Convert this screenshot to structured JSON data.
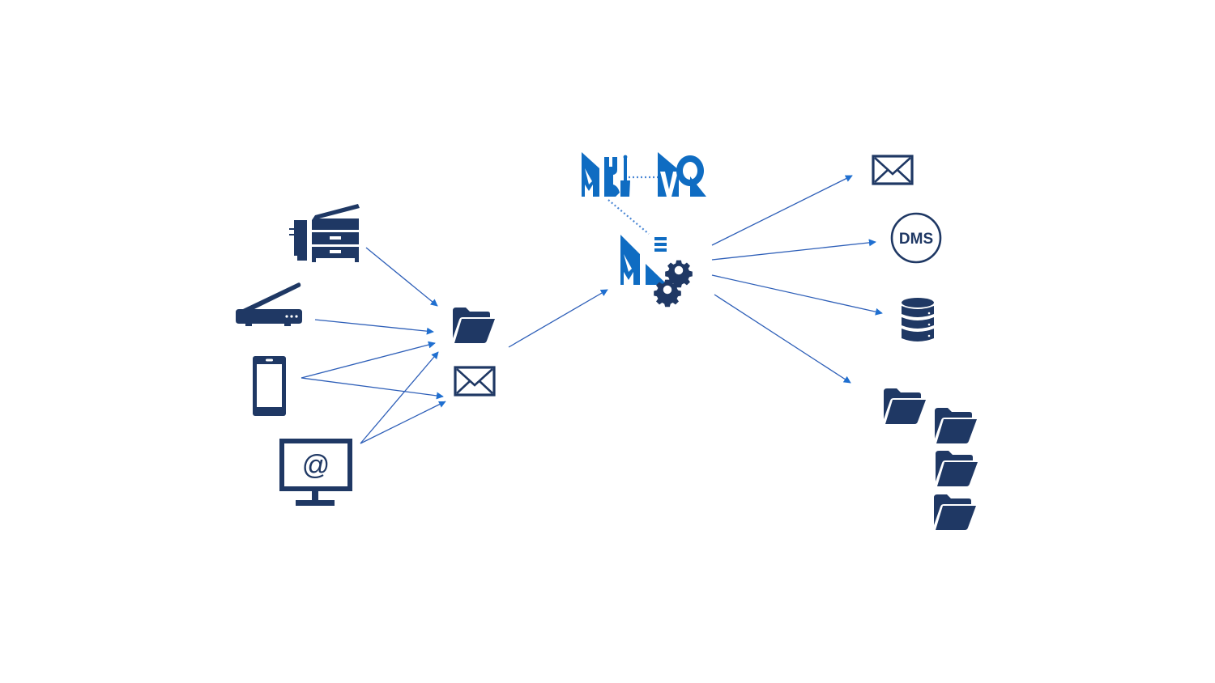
{
  "diagram": {
    "title": "",
    "colors": {
      "icon": "#1f3864",
      "logo": "#0f6cc2",
      "arrow": "#2e5fb8",
      "arrowhead": "#1f6fd0",
      "dotted_link": "#4a86d4"
    },
    "sources": [
      {
        "id": "multifunction-printer",
        "icon": "multifunction-printer-icon"
      },
      {
        "id": "flatbed-scanner",
        "icon": "scanner-icon"
      },
      {
        "id": "smartphone",
        "icon": "smartphone-icon"
      },
      {
        "id": "computer-email",
        "icon": "monitor-at-icon",
        "label": "@"
      }
    ],
    "inputs": [
      {
        "id": "input-folder",
        "icon": "folder-open-icon"
      },
      {
        "id": "input-email",
        "icon": "envelope-icon"
      }
    ],
    "processing": {
      "admin_logo": {
        "id": "admin-tool",
        "icon": "m-wrench-logo-icon"
      },
      "viewer_logo": {
        "id": "viewer",
        "icon": "vq-logo-icon"
      },
      "engine": {
        "id": "processing-engine",
        "icon": "m-gears-logo-icon"
      }
    },
    "outputs": [
      {
        "id": "output-email",
        "icon": "envelope-icon"
      },
      {
        "id": "output-dms",
        "icon": "dms-circle-icon",
        "label": "DMS"
      },
      {
        "id": "output-database",
        "icon": "database-icon"
      },
      {
        "id": "output-folders",
        "icon": "folder-tree-icon",
        "count": 4
      }
    ],
    "connections": [
      {
        "from": "multifunction-printer",
        "to": "input-folder"
      },
      {
        "from": "flatbed-scanner",
        "to": "input-folder"
      },
      {
        "from": "smartphone",
        "to": "input-folder"
      },
      {
        "from": "smartphone",
        "to": "input-email"
      },
      {
        "from": "computer-email",
        "to": "input-folder"
      },
      {
        "from": "computer-email",
        "to": "input-email"
      },
      {
        "from": "inputs",
        "to": "processing-engine"
      },
      {
        "from": "processing-engine",
        "to": "output-email"
      },
      {
        "from": "processing-engine",
        "to": "output-dms"
      },
      {
        "from": "processing-engine",
        "to": "output-database"
      },
      {
        "from": "processing-engine",
        "to": "output-folders"
      }
    ],
    "dotted_links": [
      {
        "from": "admin-tool",
        "to": "viewer"
      },
      {
        "from": "admin-tool",
        "to": "processing-engine"
      }
    ]
  }
}
